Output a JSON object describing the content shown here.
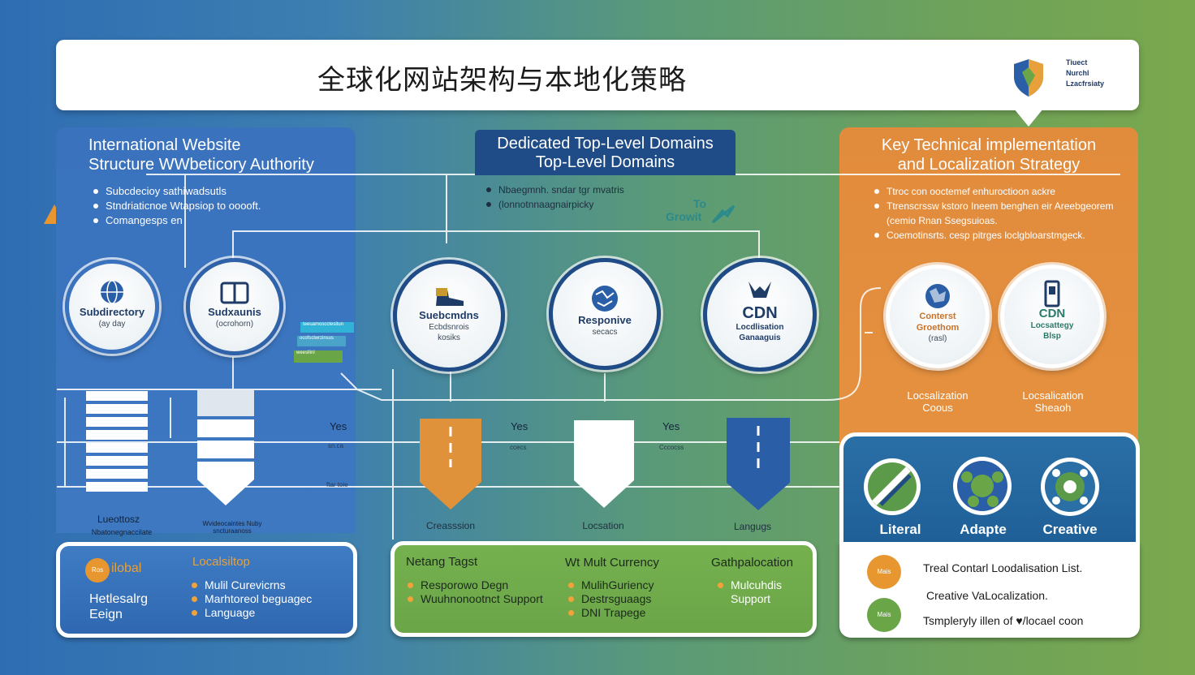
{
  "header": {
    "title": "全球化网站架构与本地化策略",
    "logo_lines": [
      "Tiuect",
      "Nurchl",
      "Lzacfrsiaty"
    ]
  },
  "left_panel": {
    "heading": [
      "International Website",
      "Structure WWbeticory Authority"
    ],
    "bullets": [
      "Subcdecioy sathiwadsutls",
      "Stndriaticnoe Wtapsiop to ooooft.",
      "Comangesps en"
    ],
    "circles": [
      {
        "label": "Subdirectory",
        "sub": "(ay day"
      },
      {
        "label": "Sudxaunis",
        "sub": "(ocrohorn)"
      }
    ],
    "labels": {
      "tier_left": "Lueottosz",
      "tier_left_sub": "Nbatonegnaccilate",
      "tier_right_sub": "Wvideocaintes Nuby\nsncturaanoss",
      "side_yes": "Yes",
      "side_tiny_1": "sn.ca",
      "side_tiny_2": "ftar toie"
    }
  },
  "center_panel": {
    "header": [
      "Dedicated Top-Level Domains",
      "Top-Level Domains"
    ],
    "bullets": [
      "Nbaegmnh. sndar tgr mvatris",
      "(lonnotnnaagnairpicky"
    ],
    "growth": [
      "To",
      "Growit"
    ],
    "circles": [
      {
        "label": "Suebcmdns",
        "sub": "Ecbdsnrois\nkosiks"
      },
      {
        "label": "Responive",
        "sub": "secacs"
      },
      {
        "label": "CDN",
        "sub": "Locdlisation\nGanaaguis"
      }
    ],
    "tiers": [
      "Creasssion",
      "Locsation",
      "Langugs"
    ],
    "side": [
      {
        "yes": "Yes",
        "tiny": "ccecs"
      },
      {
        "yes": "Yes",
        "tiny": "Cccocss"
      }
    ],
    "small_tags": [
      "teeuamoscctesitun",
      "ocofsclwrzinsus",
      "weesllinl"
    ]
  },
  "right_panel": {
    "heading": [
      "Key Technical implementation",
      "and Localization Strategy"
    ],
    "bullets": [
      "Ttroc con ooctemef enhuroctioon ackre",
      "Ttrenscrssw kstoro Ineem benghen eir Areebgeorem (cemio Rnan Ssegsuioas.",
      "Coemotinsrts. cesp pitrges loclgbloarstmgeck."
    ],
    "circles": [
      {
        "label": "Conterst\nGroethom",
        "sub": "(rasl)"
      },
      {
        "label": "CDN",
        "sub": "Locsattegy\nBlsp"
      }
    ],
    "foot": [
      [
        "Locsalization",
        "Coous"
      ],
      [
        "Locsalication",
        "Sheaoh"
      ]
    ]
  },
  "bottom_left": {
    "badge": "Ros",
    "badge_label": "ilobal",
    "left_text": [
      "Hetlesalrg",
      "Eeign"
    ],
    "title": "Localsiltop",
    "bullets": [
      "Mulil Curevicrns",
      "Marhtoreol beguagec",
      "Language"
    ]
  },
  "bottom_center": {
    "columns": [
      {
        "title": "Netang Tagst",
        "bullets": [
          "Resporowo Degn",
          "Wuuhnonootnct Support"
        ]
      },
      {
        "title": "Wt Mult Currency",
        "bullets": [
          "MulihGuriency",
          "Destrsguaags",
          "DNI Trapege"
        ]
      },
      {
        "title": "Gathpalocation",
        "bullets": [
          "Mulcuhdis Support"
        ]
      }
    ]
  },
  "bottom_right": {
    "icons": [
      "Literal",
      "Adapte",
      "Creative"
    ],
    "list": [
      {
        "dot": "Mais",
        "text": "Treal Contarl Loodalisation  List."
      },
      {
        "dot": "",
        "text": "Creative VaLocalization."
      },
      {
        "dot": "Mais",
        "text": "Tsmpleryly illen of ♥/locael coon"
      }
    ]
  },
  "colors": {
    "blue": "#1f4b86",
    "orange": "#e18b3c",
    "green": "#6aa548",
    "panel_blue": "#3a72bd"
  }
}
